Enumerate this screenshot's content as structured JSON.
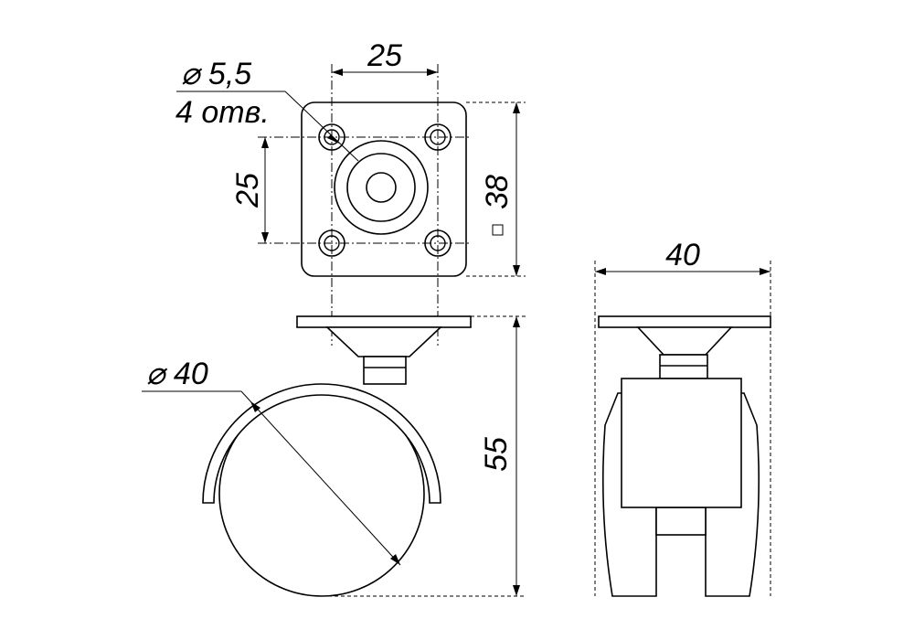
{
  "diagram": {
    "top_view": {
      "dim_hole_pitch_horizontal": "25",
      "dim_hole_pitch_vertical": "25",
      "dim_plate_size": "38",
      "hole_diameter": "⌀ 5,5",
      "hole_count": "4 отв."
    },
    "front_view": {
      "dim_wheel_diameter": "⌀ 40",
      "dim_total_height": "55"
    },
    "side_view": {
      "dim_total_width": "40"
    }
  }
}
